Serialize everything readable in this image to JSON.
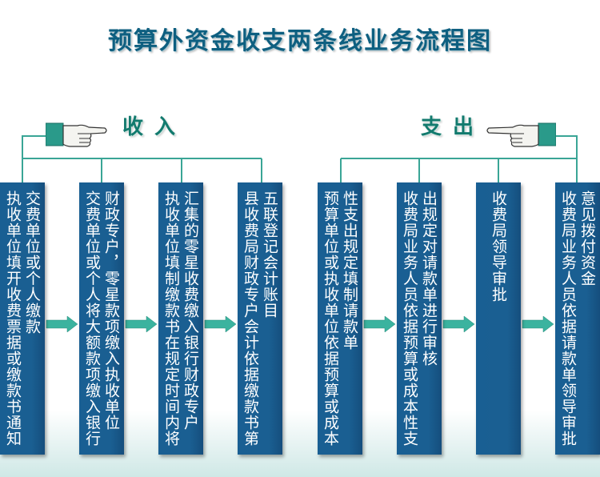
{
  "title": "预算外资金收支两条线业务流程图",
  "income": {
    "label": "收入",
    "steps": [
      {
        "lines": [
          "交费单位或个人缴款",
          "执收单位填开收费票据或缴款书通知"
        ]
      },
      {
        "lines": [
          "财政专户，零星款项缴入执收单位",
          "交费单位或个人将大额款项缴入银行"
        ]
      },
      {
        "lines": [
          "汇集的零星收费缴入银行财政专户",
          "执收单位填制缴款书在规定时间内将"
        ]
      },
      {
        "lines": [
          "五联登记会计账目",
          "县收费局财政专户会计依据缴款书第"
        ]
      }
    ]
  },
  "expense": {
    "label": "支出",
    "steps": [
      {
        "lines": [
          "性支出规定填制请款单",
          "预算单位或执收单位依据预算或成本"
        ]
      },
      {
        "lines": [
          "出规定对请款单进行审核",
          "收费局业务人员依据预算或成本性支"
        ]
      },
      {
        "lines": [
          "收费局领导审批"
        ]
      },
      {
        "lines": [
          "意见拨付资金",
          "收费局业务人员依据请款单领导审批"
        ]
      }
    ]
  },
  "icons": {
    "hand_left": "pointing-hand-icon",
    "hand_right": "pointing-hand-icon",
    "arrow": "right-arrow-icon"
  },
  "colors": {
    "title": "#0e5f80",
    "box": "#1a5f92",
    "connector": "#3aa596",
    "label": "#127a6e"
  }
}
